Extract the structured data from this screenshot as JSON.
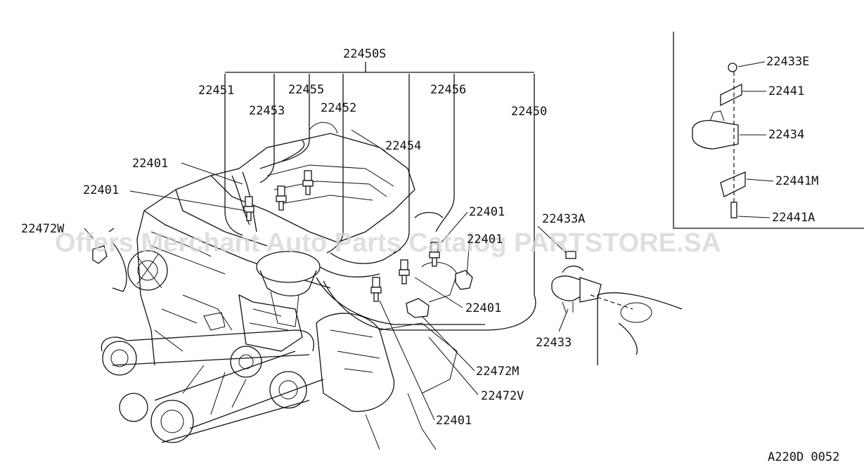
{
  "watermark": "Offers Merchant Auto Parts Catalog PARTSTORE.SA",
  "diagram_code": "A220D 0052",
  "labels": {
    "p22450S": "22450S",
    "p22451": "22451",
    "p22455": "22455",
    "p22453": "22453",
    "p22452": "22452",
    "p22456": "22456",
    "p22450": "22450",
    "p22454": "22454",
    "p22401_a": "22401",
    "p22401_b": "22401",
    "p22401_c": "22401",
    "p22401_d": "22401",
    "p22401_e": "22401",
    "p22401_f": "22401",
    "p22472W": "22472W",
    "p22433A": "22433A",
    "p22433": "22433",
    "p22472M": "22472M",
    "p22472V": "22472V",
    "p22433E": "22433E",
    "p22441": "22441",
    "p22434": "22434",
    "p22441M": "22441M",
    "p22441A": "22441A"
  }
}
